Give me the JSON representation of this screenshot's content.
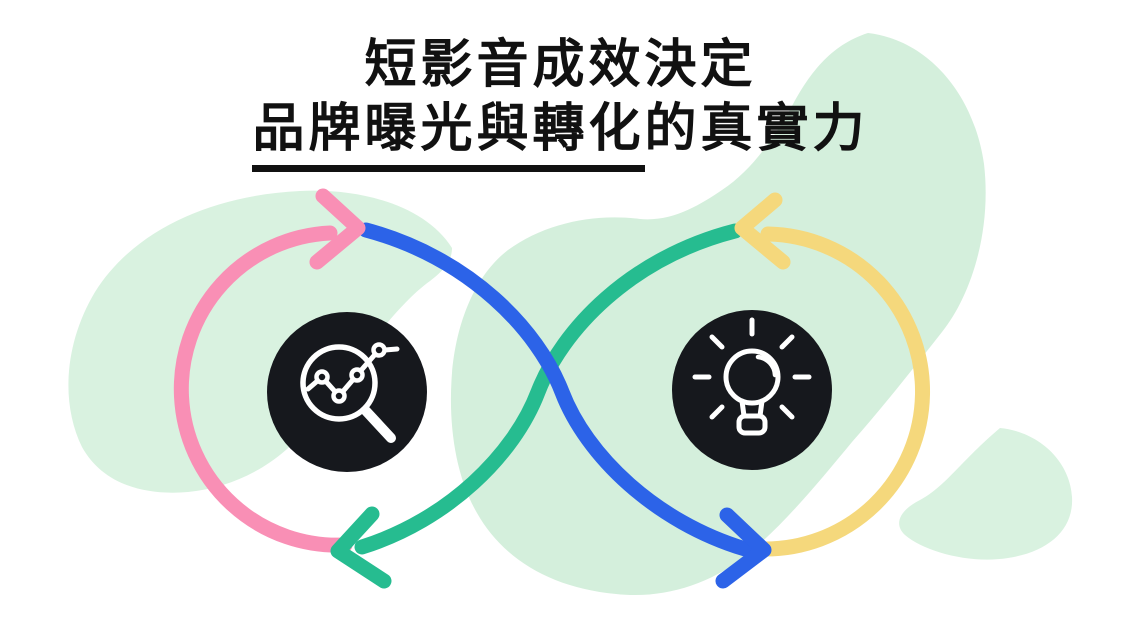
{
  "title": {
    "line1": "短影音成效決定",
    "line2_underlined": "品牌曝光與轉化",
    "line2_rest": "的真實力"
  },
  "colors": {
    "mint": "#d9f2e0",
    "mint_soft": "#d4efdc",
    "pink": "#f98fb5",
    "blue": "#2c63e8",
    "teal": "#26bc90",
    "yellow": "#f5d87c",
    "node": "#16181d",
    "icon": "#ffffff",
    "text": "#111111"
  },
  "diagram": {
    "type": "infinity-loop",
    "direction": "continuous-cycle",
    "arrows": [
      {
        "id": "pink-arrow",
        "points": "right",
        "position": "top-of-left-loop"
      },
      {
        "id": "blue-arrow",
        "points": "right",
        "position": "bottom-center"
      },
      {
        "id": "yellow-arrow",
        "points": "left",
        "position": "top-of-right-loop"
      },
      {
        "id": "teal-arrow",
        "points": "left",
        "position": "bottom-of-left-loop"
      }
    ],
    "nodes": [
      {
        "id": "analytics",
        "icon": "magnifier-chart-icon"
      },
      {
        "id": "idea",
        "icon": "lightbulb-icon"
      }
    ]
  }
}
